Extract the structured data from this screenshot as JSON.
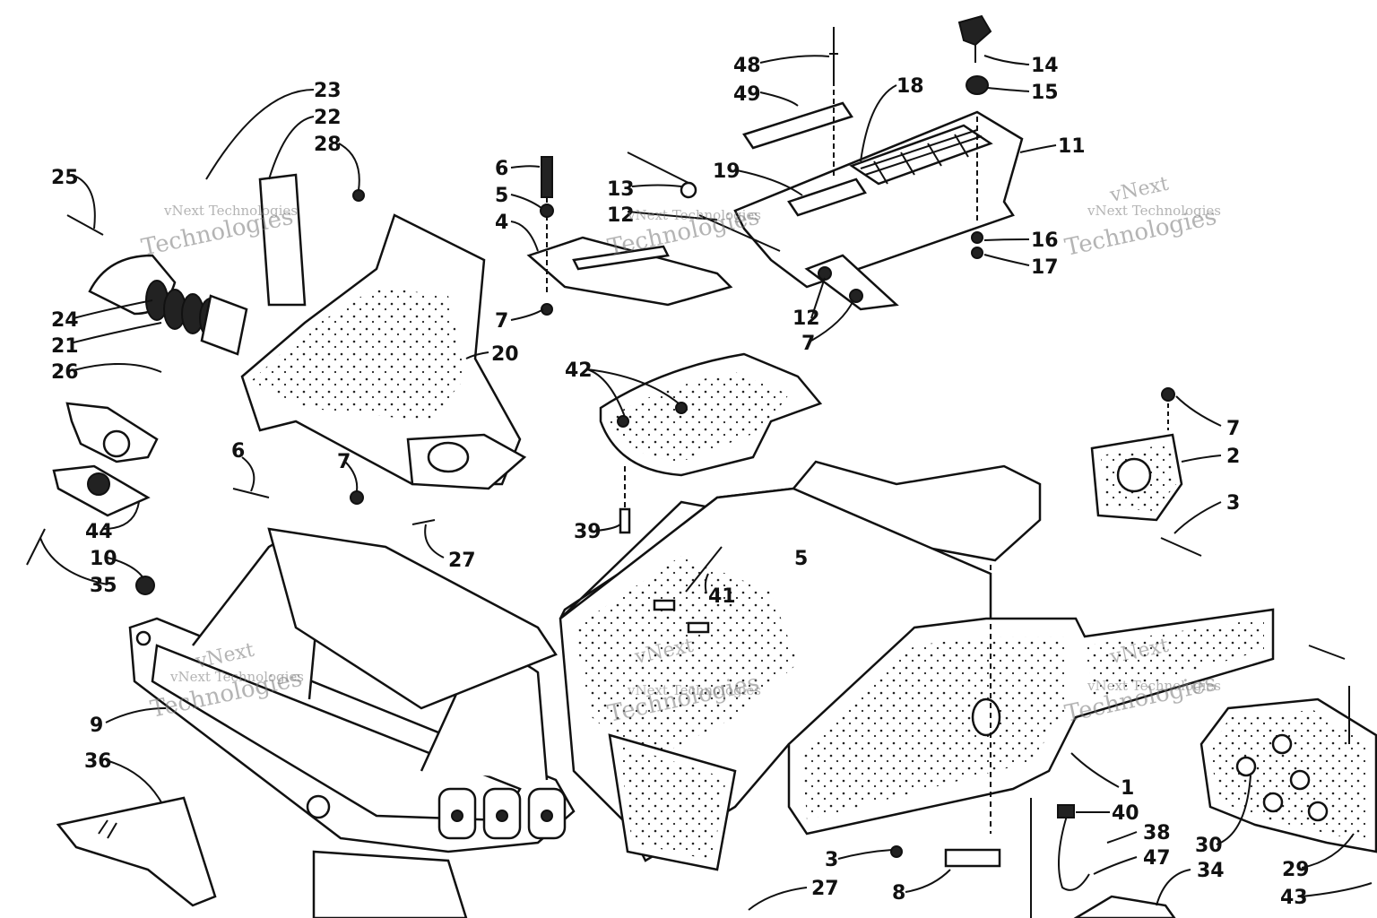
{
  "watermark": {
    "line1": "vNext Technologies",
    "line2": "vNext",
    "line3": "Technologies"
  },
  "callouts": [
    {
      "id": "c48",
      "text": "48"
    },
    {
      "id": "c49",
      "text": "49"
    },
    {
      "id": "c18",
      "text": "18"
    },
    {
      "id": "c14",
      "text": "14"
    },
    {
      "id": "c15",
      "text": "15"
    },
    {
      "id": "c11",
      "text": "11"
    },
    {
      "id": "c16",
      "text": "16"
    },
    {
      "id": "c17",
      "text": "17"
    },
    {
      "id": "c19",
      "text": "19"
    },
    {
      "id": "c13",
      "text": "13"
    },
    {
      "id": "c12a",
      "text": "12"
    },
    {
      "id": "c12b",
      "text": "12"
    },
    {
      "id": "c7a",
      "text": "7"
    },
    {
      "id": "c6a",
      "text": "6"
    },
    {
      "id": "c5",
      "text": "5"
    },
    {
      "id": "c4",
      "text": "4"
    },
    {
      "id": "c7b",
      "text": "7"
    },
    {
      "id": "c23",
      "text": "23"
    },
    {
      "id": "c22",
      "text": "22"
    },
    {
      "id": "c28",
      "text": "28"
    },
    {
      "id": "c25",
      "text": "25"
    },
    {
      "id": "c24",
      "text": "24"
    },
    {
      "id": "c21",
      "text": "21"
    },
    {
      "id": "c26",
      "text": "26"
    },
    {
      "id": "c20",
      "text": "20"
    },
    {
      "id": "c42",
      "text": "42"
    },
    {
      "id": "c7c",
      "text": "7"
    },
    {
      "id": "c2",
      "text": "2"
    },
    {
      "id": "c3a",
      "text": "3"
    },
    {
      "id": "c6b",
      "text": "6"
    },
    {
      "id": "c7d",
      "text": "7"
    },
    {
      "id": "c44",
      "text": "44"
    },
    {
      "id": "c27a",
      "text": "27"
    },
    {
      "id": "c39",
      "text": "39"
    },
    {
      "id": "c5b",
      "text": "5"
    },
    {
      "id": "c10",
      "text": "10"
    },
    {
      "id": "c35",
      "text": "35"
    },
    {
      "id": "c41",
      "text": "41"
    },
    {
      "id": "c9",
      "text": "9"
    },
    {
      "id": "c36",
      "text": "36"
    },
    {
      "id": "c1",
      "text": "1"
    },
    {
      "id": "c40",
      "text": "40"
    },
    {
      "id": "c38",
      "text": "38"
    },
    {
      "id": "c47",
      "text": "47"
    },
    {
      "id": "c3b",
      "text": "3"
    },
    {
      "id": "c30",
      "text": "30"
    },
    {
      "id": "c29",
      "text": "29"
    },
    {
      "id": "c34",
      "text": "34"
    },
    {
      "id": "c8",
      "text": "8"
    },
    {
      "id": "c27b",
      "text": "27"
    },
    {
      "id": "c43",
      "text": "43"
    }
  ]
}
